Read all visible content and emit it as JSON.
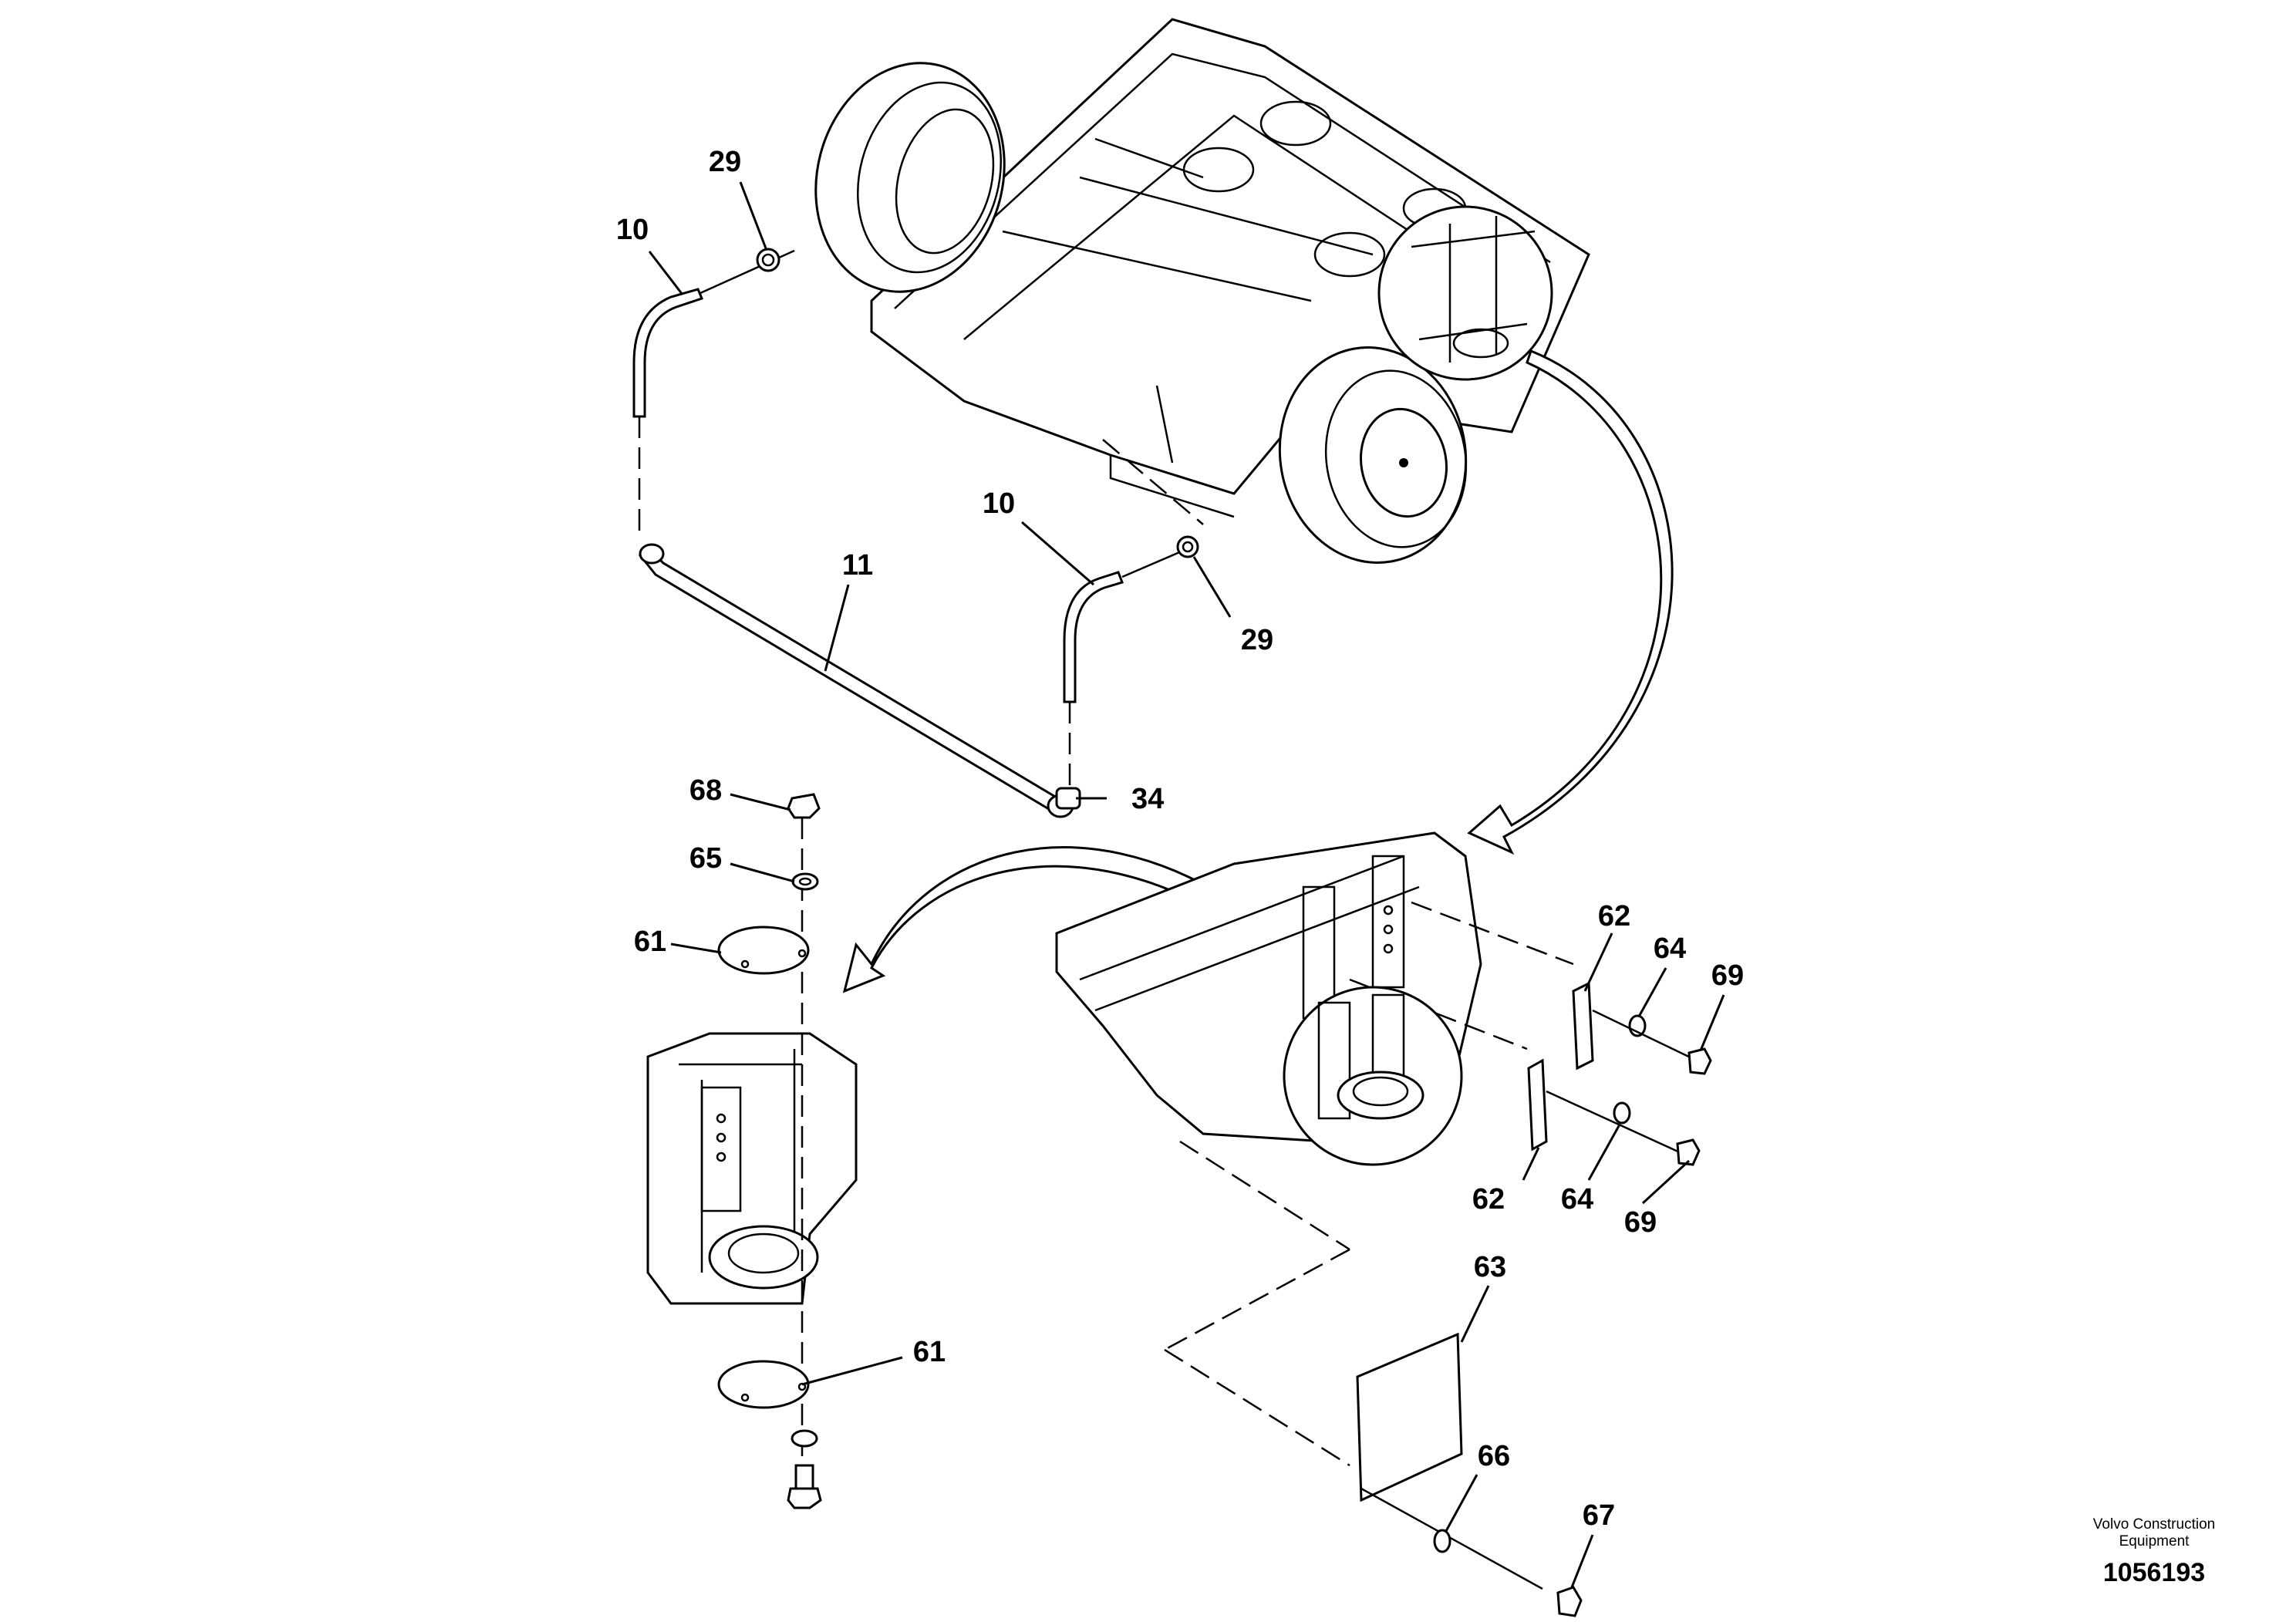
{
  "diagram": {
    "callouts": [
      "10",
      "29",
      "11",
      "10",
      "29",
      "34",
      "68",
      "65",
      "61",
      "61",
      "62",
      "64",
      "69",
      "62",
      "64",
      "69",
      "63",
      "66",
      "67"
    ]
  },
  "credit": {
    "company_line1": "Volvo Construction",
    "company_line2": "Equipment",
    "figure_number": "1056193"
  }
}
